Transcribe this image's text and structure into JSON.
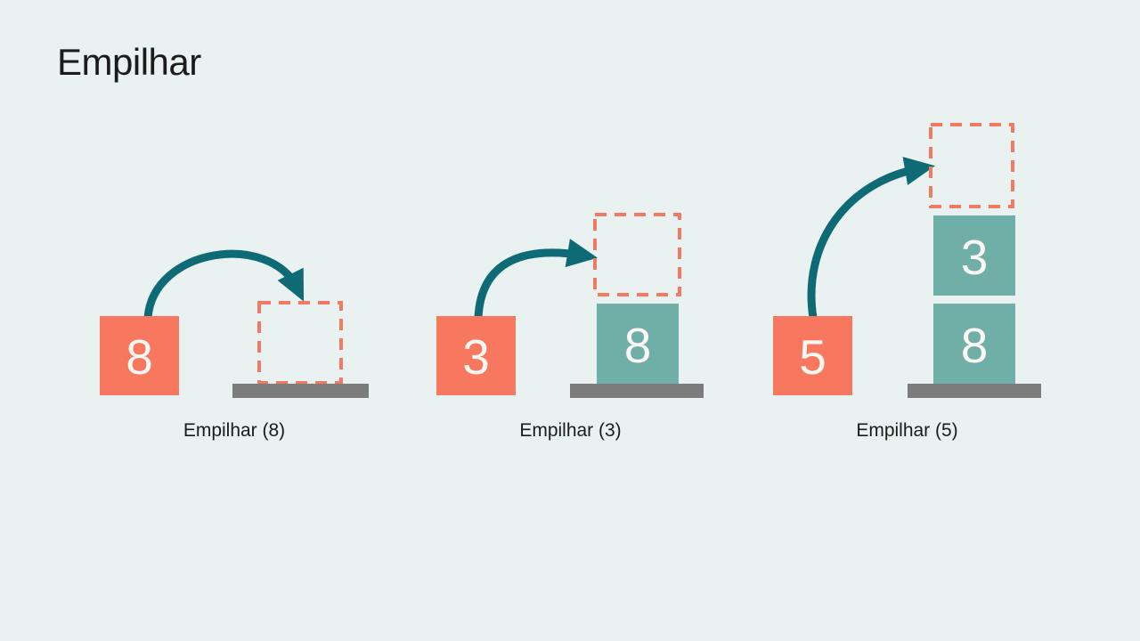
{
  "slide": {
    "title": "Empilhar",
    "colors": {
      "background": "#E9F2F0",
      "text": "#1B1B1B",
      "push_block": "#F7785F",
      "stack_block": "#6FAFA8",
      "block_number": "#FBF7F2",
      "arrow": "#0E6B76",
      "dashed_outline": "#F27A62",
      "platform": "#7C7C7C"
    },
    "panels": [
      {
        "caption": "Empilhar (8)",
        "push_value": "8",
        "stack_values": []
      },
      {
        "caption": "Empilhar (3)",
        "push_value": "3",
        "stack_values": [
          "8"
        ]
      },
      {
        "caption": "Empilhar (5)",
        "push_value": "5",
        "stack_values": [
          "3",
          "8"
        ]
      }
    ]
  }
}
